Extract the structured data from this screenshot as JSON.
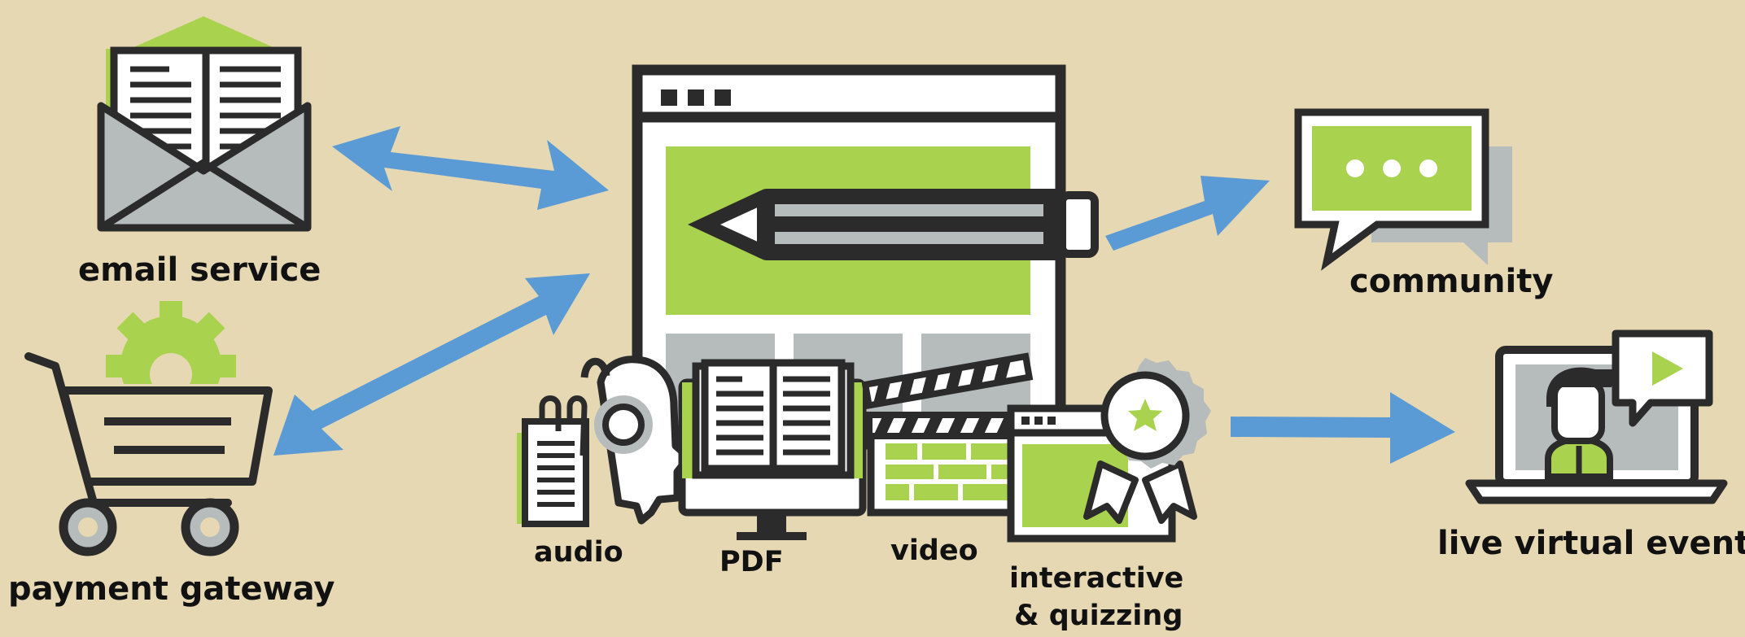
{
  "colors": {
    "background": "#e6d8b3",
    "dark": "#2b2b2b",
    "green": "#a9d24e",
    "gray": "#b6bbbc",
    "arrow": "#5b9bd5",
    "white": "#ffffff"
  },
  "labels": {
    "email": "email service",
    "payment": "payment gateway",
    "community": "community",
    "live": "live virtual events",
    "audio": "audio",
    "pdf": "PDF",
    "video": "video",
    "interactive_line1": "interactive",
    "interactive_line2": "& quizzing"
  },
  "icons": [
    "envelope-document-icon",
    "shopping-cart-gear-icon",
    "browser-editor-icon",
    "pencil-icon",
    "speech-bubble-icon",
    "laptop-presenter-play-icon",
    "audio-headphones-icon",
    "pdf-book-monitor-icon",
    "video-clapperboard-icon",
    "award-badge-icon"
  ]
}
